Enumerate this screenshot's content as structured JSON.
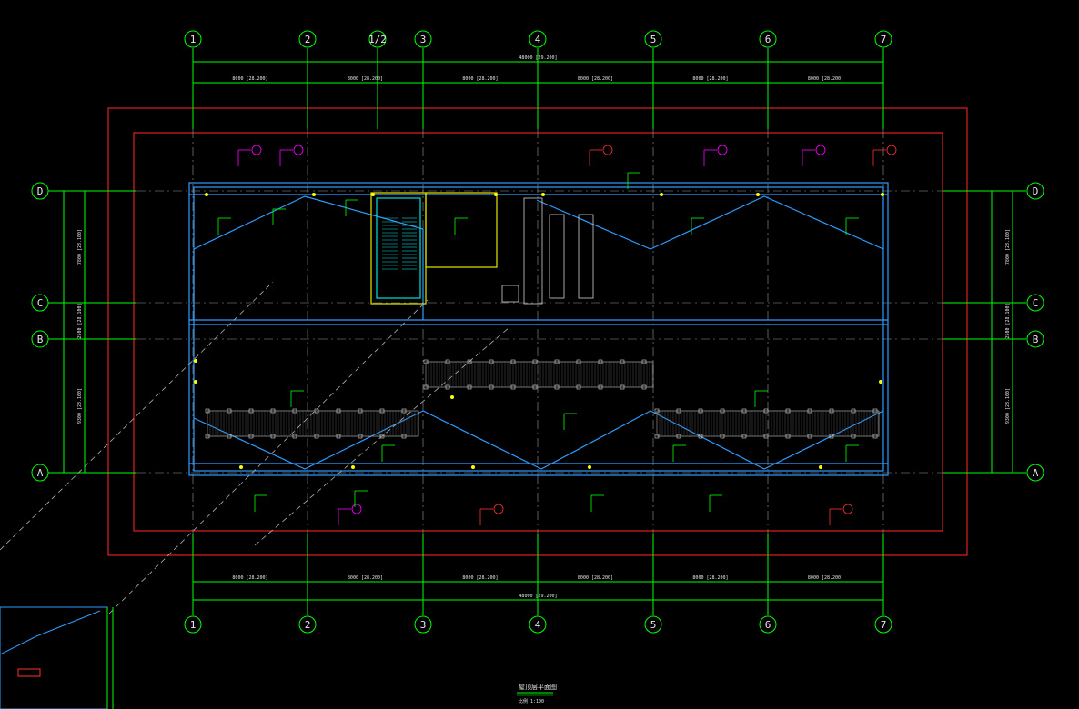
{
  "drawing": {
    "grid_columns": [
      "1",
      "2",
      "1/2",
      "3",
      "4",
      "5",
      "6",
      "7"
    ],
    "grid_columns_bottom": [
      "1",
      "2",
      "3",
      "4",
      "5",
      "6",
      "7"
    ],
    "grid_rows": [
      "D",
      "C",
      "B",
      "A"
    ],
    "overall_dim_top": "48000 [29.200]",
    "overall_dim_bottom": "48000 [29.200]",
    "bay_dims_top": [
      "8000 [28.200]",
      "8000 [28.200]",
      "8000 [28.200]",
      "8000 [28.200]",
      "8000 [28.200]",
      "8000 [28.200]"
    ],
    "bay_dims_bottom": [
      "8000 [28.200]",
      "8000 [28.200]",
      "8000 [28.200]",
      "8000 [28.200]",
      "8000 [28.200]",
      "8000 [28.200]"
    ],
    "row_dims_left": [
      "7800 [28.100]",
      "2500 [28.100]",
      "9300 [28.100]"
    ],
    "row_dims_right": [
      "7800 [28.100]",
      "2500 [28.100]",
      "9300 [28.100]"
    ],
    "sheet_title": "屋顶层平面图",
    "sheet_scale": "比例 1:100"
  },
  "colors": {
    "background": "#000000",
    "grid_green": "#00ff00",
    "wall_blue": "#2e9cff",
    "outline_red": "#e02020",
    "text_white": "#e8e8e8",
    "magenta": "#ff00ff",
    "yellow": "#ffff00",
    "dash_gray": "#b0b0b0"
  }
}
